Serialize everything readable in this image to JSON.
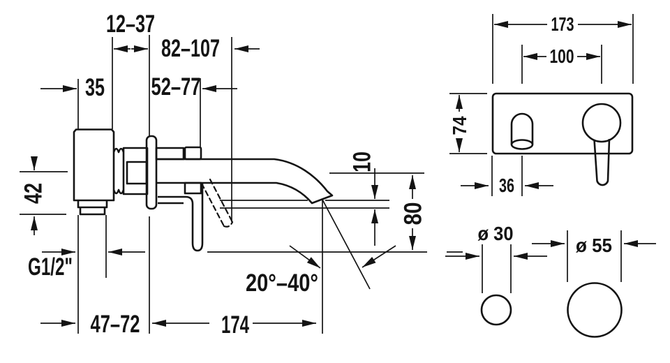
{
  "dims": {
    "d12_37": "12–37",
    "d82_107": "82–107",
    "d35": "35",
    "d52_77": "52–77",
    "d42": "42",
    "g_thread": "G1/2\"",
    "d47_72": "47–72",
    "d174": "174",
    "angle_range": "20°–40°",
    "d10": "10",
    "d80": "80",
    "d173": "173",
    "d100": "100",
    "d74": "74",
    "d36": "36",
    "dia_30": "ø 30",
    "dia_55": "ø 55"
  },
  "colors": {
    "line": "#141414",
    "background": "#ffffff"
  }
}
